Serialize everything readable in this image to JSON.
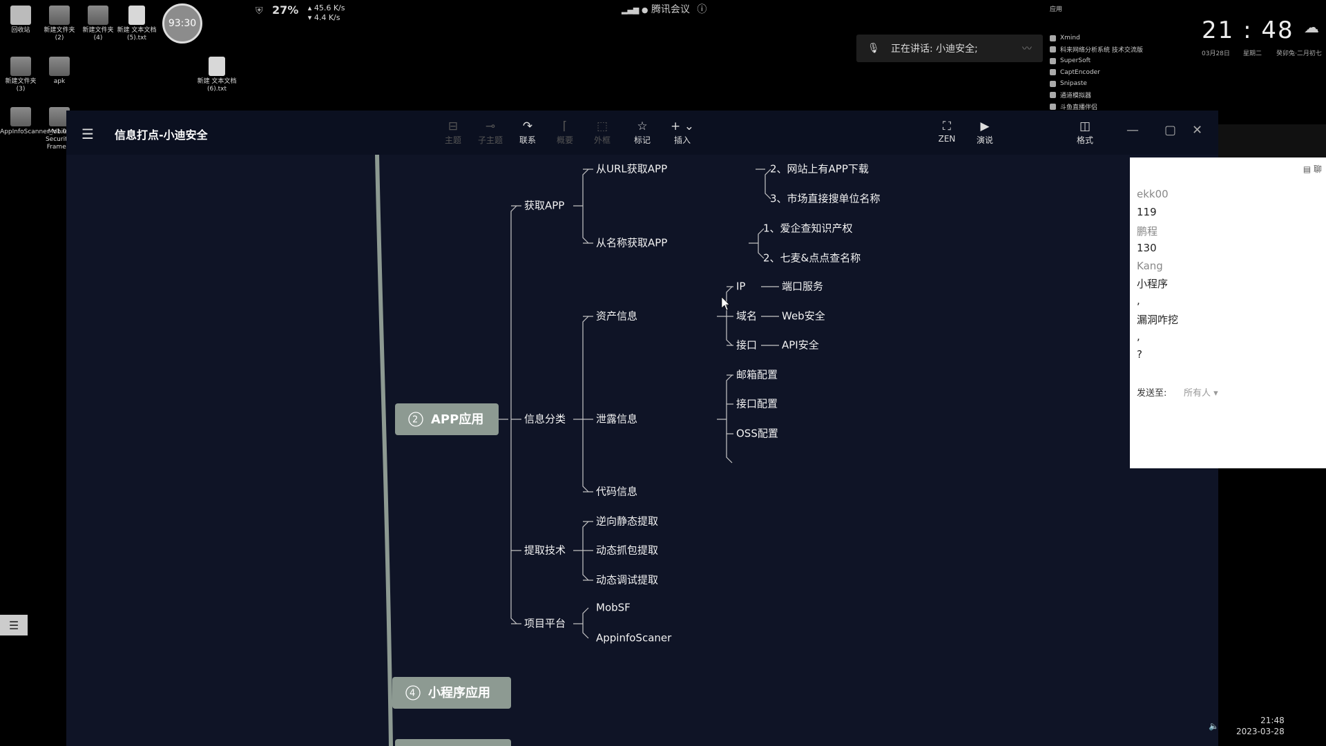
{
  "desktop": {
    "icons": [
      {
        "label": "回收站"
      },
      {
        "label": "新建文件夹 (2)"
      },
      {
        "label": "新建文件夹 (4)"
      },
      {
        "label": "新建 文本文档 (5).txt"
      },
      {
        "label": "新建文件夹 (3)"
      },
      {
        "label": "apk"
      },
      {
        "label": "新建 文本文档 (6).txt"
      },
      {
        "label": "AppInfoScanner_V1.0.9_..."
      },
      {
        "label": "Mobile-Security-Frame..."
      }
    ],
    "timer": "93:30",
    "cpu": "27%",
    "net_up": "45.6 K/s",
    "net_down": "4.4 K/s"
  },
  "meeting": {
    "title": "腾讯会议",
    "speaking": "正在讲话: 小迪安全;"
  },
  "right_widget": {
    "header": "应用",
    "items": [
      "Xmind",
      "科来网络分析系统 技术交流版",
      "SuperSoft",
      "CaptEncoder",
      "Snipaste",
      "通道模拟器",
      "斗鱼直播伴侣"
    ]
  },
  "clock": {
    "time": "21 : 48",
    "date": "03月28日",
    "weekday": "星期二",
    "lunar": "癸卯兔·二月初七"
  },
  "window": {
    "title": "信息打点-小迪安全",
    "toolbar": [
      {
        "label": "主题",
        "icon": "topic-icon",
        "glyph": "⊟",
        "enabled": false
      },
      {
        "label": "子主题",
        "icon": "subtopic-icon",
        "glyph": "⊸",
        "enabled": false
      },
      {
        "label": "联系",
        "icon": "relationship-icon",
        "glyph": "↷",
        "enabled": true
      },
      {
        "label": "概要",
        "icon": "summary-icon",
        "glyph": "⌈",
        "enabled": false
      },
      {
        "label": "外框",
        "icon": "boundary-icon",
        "glyph": "⬚",
        "enabled": false
      },
      {
        "label": "标记",
        "icon": "star-icon",
        "glyph": "☆",
        "enabled": true
      },
      {
        "label": "插入",
        "icon": "plus-icon",
        "glyph": "+ ⌄",
        "enabled": true
      }
    ],
    "right_tools": [
      {
        "label": "ZEN",
        "icon": "zen-icon",
        "glyph": "⛶"
      },
      {
        "label": "演说",
        "icon": "present-icon",
        "glyph": "▶"
      },
      {
        "label": "格式",
        "icon": "format-icon",
        "glyph": "◫"
      }
    ]
  },
  "mindmap": {
    "main_topic_1": {
      "number": "2",
      "label": "APP应用"
    },
    "main_topic_2": {
      "number": "4",
      "label": "小程序应用"
    },
    "branch1": {
      "label": "获取APP",
      "url": {
        "label": "从URL获取APP",
        "items": [
          "2、网站上有APP下载",
          "3、市场直接搜单位名称"
        ]
      },
      "name": {
        "label": "从名称获取APP",
        "items": [
          "1、爱企查知识产权",
          "2、七麦&点点查名称"
        ]
      }
    },
    "branch2": {
      "label": "信息分类",
      "asset": {
        "label": "资产信息",
        "items": [
          {
            "k": "IP",
            "v": "端口服务"
          },
          {
            "k": "域名",
            "v": "Web安全"
          },
          {
            "k": "接口",
            "v": "API安全"
          }
        ]
      },
      "leak": {
        "label": "泄露信息",
        "items": [
          "邮箱配置",
          "接口配置",
          "OSS配置"
        ]
      },
      "code": {
        "label": "代码信息"
      }
    },
    "branch3": {
      "label": "提取技术",
      "items": [
        "逆向静态提取",
        "动态抓包提取",
        "动态调试提取"
      ]
    },
    "branch4": {
      "label": "项目平台",
      "items": [
        "MobSF",
        "AppinfoScaner"
      ]
    }
  },
  "chat": {
    "header": "聊",
    "messages": [
      {
        "text": "ekk00",
        "type": "name"
      },
      {
        "text": "119",
        "type": "msg"
      },
      {
        "text": "鹏程",
        "type": "name"
      },
      {
        "text": "130",
        "type": "msg"
      },
      {
        "text": "Kang",
        "type": "name"
      },
      {
        "text": "小程序",
        "type": "msg"
      },
      {
        "text": ",",
        "type": "msg"
      },
      {
        "text": "漏洞咋挖",
        "type": "msg"
      },
      {
        "text": ",",
        "type": "msg"
      },
      {
        "text": "?",
        "type": "msg"
      }
    ],
    "send_to_label": "发送至:",
    "send_to_value": "所有人 ▾"
  },
  "taskbar": {
    "time": "21:48",
    "date": "2023-03-28"
  },
  "colors": {
    "canvas": "#0f1426",
    "topic": "#8d9a92",
    "line": "#c8c8c8"
  }
}
